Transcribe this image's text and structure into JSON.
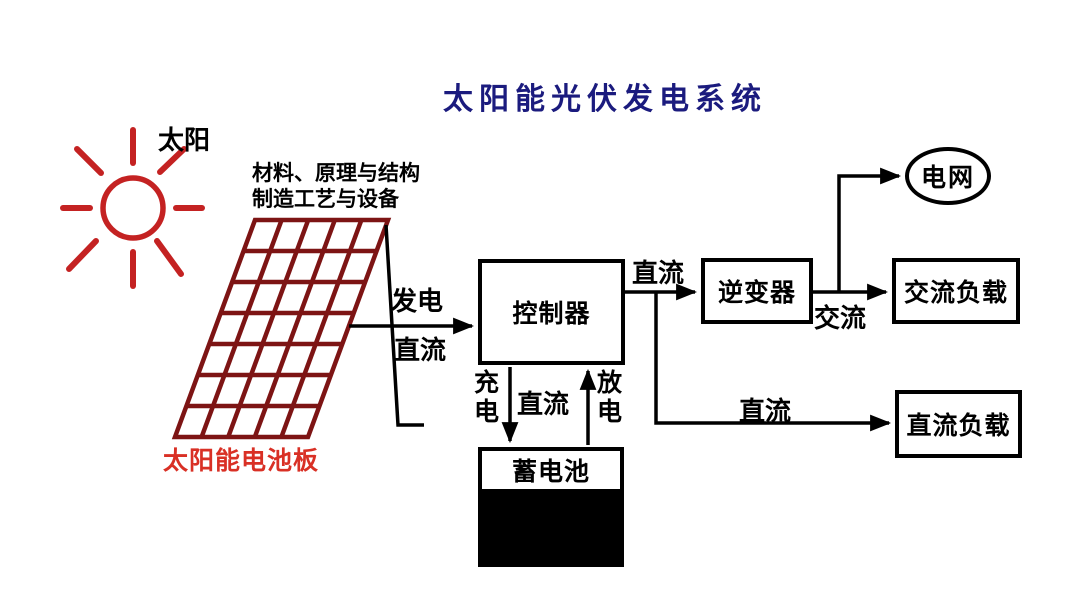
{
  "title": "太阳能光伏发电系统",
  "colors": {
    "title": "#1b1b7e",
    "sun": "#c42222",
    "panel": "#7d1414",
    "panel_label": "#d93025",
    "line": "#000000"
  },
  "sun": {
    "label": "太阳"
  },
  "panel": {
    "note_line1": "材料、原理与结构",
    "note_line2": "制造工艺与设备",
    "label": "太阳能电池板"
  },
  "nodes": {
    "controller": "控制器",
    "inverter": "逆变器",
    "ac_load": "交流负载",
    "dc_load": "直流负载",
    "battery": "蓄电池",
    "grid": "电网"
  },
  "edges": {
    "generate": "发电",
    "generate_current": "直流",
    "dc_to_inverter": "直流",
    "ac": "交流",
    "dc_branch": "直流",
    "charge": "充电",
    "discharge": "放电",
    "battery_dc": "直流"
  }
}
